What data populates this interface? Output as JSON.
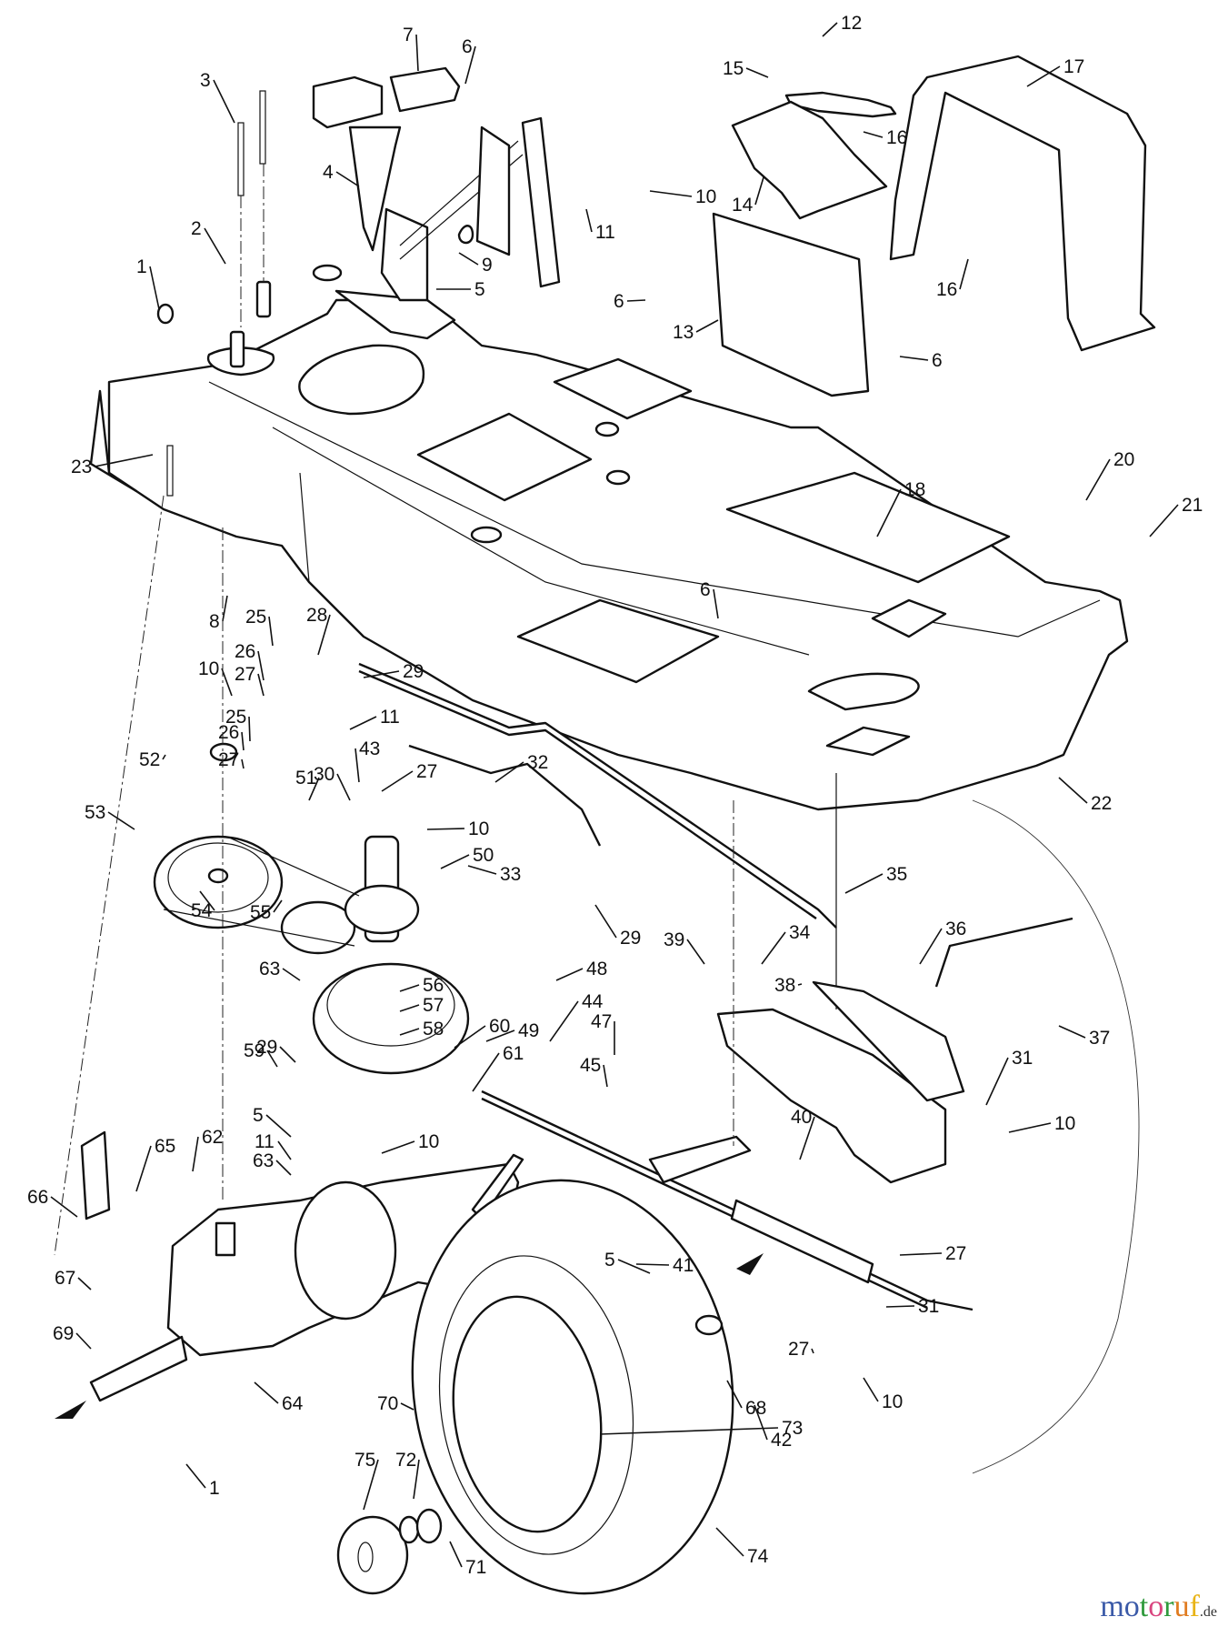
{
  "diagram": {
    "title": "Exploded parts diagram - chassis, pedals, transaxle, drive belt and rear wheel",
    "callouts": [
      {
        "id": "c1a",
        "label": "1"
      },
      {
        "id": "c1b",
        "label": "1"
      },
      {
        "id": "c2",
        "label": "2"
      },
      {
        "id": "c3",
        "label": "3"
      },
      {
        "id": "c4",
        "label": "4"
      },
      {
        "id": "c5a",
        "label": "5"
      },
      {
        "id": "c5b",
        "label": "5"
      },
      {
        "id": "c5c",
        "label": "5"
      },
      {
        "id": "c6a",
        "label": "6"
      },
      {
        "id": "c6b",
        "label": "6"
      },
      {
        "id": "c6c",
        "label": "6"
      },
      {
        "id": "c6d",
        "label": "6"
      },
      {
        "id": "c7",
        "label": "7"
      },
      {
        "id": "c8",
        "label": "8"
      },
      {
        "id": "c9",
        "label": "9"
      },
      {
        "id": "c10a",
        "label": "10"
      },
      {
        "id": "c10b",
        "label": "10"
      },
      {
        "id": "c10c",
        "label": "10"
      },
      {
        "id": "c10d",
        "label": "10"
      },
      {
        "id": "c10e",
        "label": "10"
      },
      {
        "id": "c10f",
        "label": "10"
      },
      {
        "id": "c11a",
        "label": "11"
      },
      {
        "id": "c11b",
        "label": "11"
      },
      {
        "id": "c11c",
        "label": "11"
      },
      {
        "id": "c12",
        "label": "12"
      },
      {
        "id": "c13",
        "label": "13"
      },
      {
        "id": "c14",
        "label": "14"
      },
      {
        "id": "c15",
        "label": "15"
      },
      {
        "id": "c16a",
        "label": "16"
      },
      {
        "id": "c16b",
        "label": "16"
      },
      {
        "id": "c17",
        "label": "17"
      },
      {
        "id": "c18",
        "label": "18"
      },
      {
        "id": "c20",
        "label": "20"
      },
      {
        "id": "c21",
        "label": "21"
      },
      {
        "id": "c22",
        "label": "22"
      },
      {
        "id": "c23",
        "label": "23"
      },
      {
        "id": "c25a",
        "label": "25"
      },
      {
        "id": "c25b",
        "label": "25"
      },
      {
        "id": "c26a",
        "label": "26"
      },
      {
        "id": "c26b",
        "label": "26"
      },
      {
        "id": "c27a",
        "label": "27"
      },
      {
        "id": "c27b",
        "label": "27"
      },
      {
        "id": "c27c",
        "label": "27"
      },
      {
        "id": "c27d",
        "label": "27"
      },
      {
        "id": "c27e",
        "label": "27"
      },
      {
        "id": "c28",
        "label": "28"
      },
      {
        "id": "c29a",
        "label": "29"
      },
      {
        "id": "c29b",
        "label": "29"
      },
      {
        "id": "c29c",
        "label": "29"
      },
      {
        "id": "c30",
        "label": "30"
      },
      {
        "id": "c31a",
        "label": "31"
      },
      {
        "id": "c31b",
        "label": "31"
      },
      {
        "id": "c32",
        "label": "32"
      },
      {
        "id": "c33",
        "label": "33"
      },
      {
        "id": "c34",
        "label": "34"
      },
      {
        "id": "c35",
        "label": "35"
      },
      {
        "id": "c36",
        "label": "36"
      },
      {
        "id": "c37",
        "label": "37"
      },
      {
        "id": "c38",
        "label": "38"
      },
      {
        "id": "c39",
        "label": "39"
      },
      {
        "id": "c40",
        "label": "40"
      },
      {
        "id": "c41",
        "label": "41"
      },
      {
        "id": "c42",
        "label": "42"
      },
      {
        "id": "c43",
        "label": "43"
      },
      {
        "id": "c44",
        "label": "44"
      },
      {
        "id": "c45",
        "label": "45"
      },
      {
        "id": "c47",
        "label": "47"
      },
      {
        "id": "c48",
        "label": "48"
      },
      {
        "id": "c49",
        "label": "49"
      },
      {
        "id": "c50",
        "label": "50"
      },
      {
        "id": "c51",
        "label": "51"
      },
      {
        "id": "c52",
        "label": "52"
      },
      {
        "id": "c53",
        "label": "53"
      },
      {
        "id": "c54",
        "label": "54"
      },
      {
        "id": "c55",
        "label": "55"
      },
      {
        "id": "c56",
        "label": "56"
      },
      {
        "id": "c57",
        "label": "57"
      },
      {
        "id": "c58",
        "label": "58"
      },
      {
        "id": "c59",
        "label": "59"
      },
      {
        "id": "c60",
        "label": "60"
      },
      {
        "id": "c61",
        "label": "61"
      },
      {
        "id": "c62",
        "label": "62"
      },
      {
        "id": "c63a",
        "label": "63"
      },
      {
        "id": "c63b",
        "label": "63"
      },
      {
        "id": "c64",
        "label": "64"
      },
      {
        "id": "c65",
        "label": "65"
      },
      {
        "id": "c66",
        "label": "66"
      },
      {
        "id": "c67",
        "label": "67"
      },
      {
        "id": "c68",
        "label": "68"
      },
      {
        "id": "c69",
        "label": "69"
      },
      {
        "id": "c70",
        "label": "70"
      },
      {
        "id": "c71",
        "label": "71"
      },
      {
        "id": "c72",
        "label": "72"
      },
      {
        "id": "c73",
        "label": "73"
      },
      {
        "id": "c74",
        "label": "74"
      },
      {
        "id": "c75",
        "label": "75"
      }
    ]
  },
  "watermark": {
    "letters": [
      "m",
      "o",
      "t",
      "o",
      "r",
      "u",
      "f"
    ],
    "colors": [
      "#3b5aa8",
      "#3b5aa8",
      "#2f9a3c",
      "#d9457f",
      "#2f9a3c",
      "#e07b1f",
      "#e8b315"
    ],
    "tld": ".de"
  }
}
